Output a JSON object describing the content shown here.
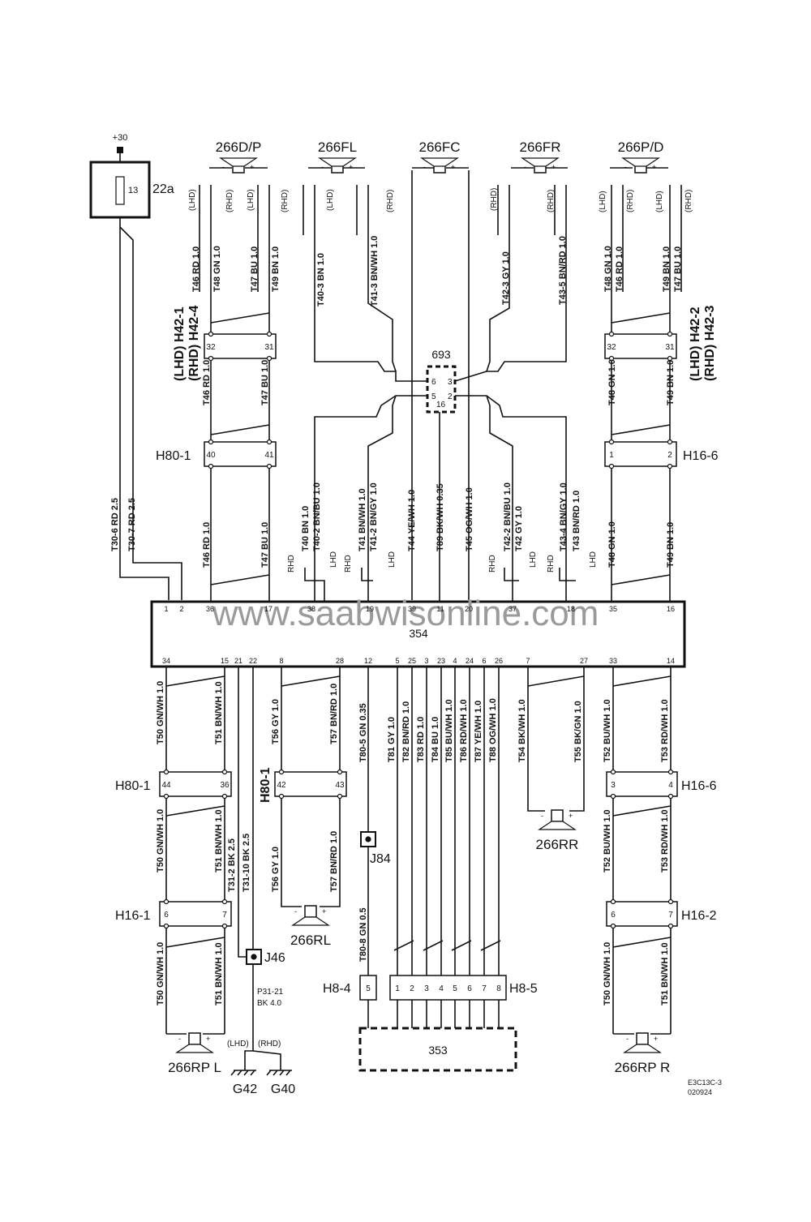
{
  "supply": {
    "label": "+30"
  },
  "fuse": {
    "label": "22a",
    "number": "13"
  },
  "speakers": {
    "dp": "266D/P",
    "fl": "266FL",
    "fc": "266FC",
    "fr": "266FR",
    "pd": "266P/D",
    "rr": "266RR",
    "rl": "266RL",
    "rpl": "266RP L",
    "rpr": "266RP R"
  },
  "units": {
    "u693": "693",
    "u354": "354",
    "u353": "353"
  },
  "watermark": "www.saabwisonline.com",
  "connectors": {
    "h42_1": "(LHD) H42-1",
    "h42_4": "(RHD) H42-4",
    "h42_2": "(LHD) H42-2",
    "h42_3": "(RHD) H42-3",
    "h80_1_top": "H80-1",
    "h16_6_top": "H16-6",
    "h80_1_left": "H80-1",
    "h80_1_mid": "H80-1",
    "h16_6_right": "H16-6",
    "h16_1": "H16-1",
    "h16_2": "H16-2",
    "j84": "J84",
    "j46": "J46",
    "h8_4": "H8-4",
    "h8_5": "H8-5",
    "g42": "G42",
    "g40": "G40"
  },
  "box_pins": {
    "h42_1": [
      "32",
      "31"
    ],
    "h42_2": [
      "32",
      "31"
    ],
    "h80_1_top": [
      "40",
      "41"
    ],
    "h16_6_top": [
      "1",
      "2"
    ],
    "h80_1_left": [
      "44",
      "36"
    ],
    "h80_1_mid": [
      "42",
      "43"
    ],
    "h16_6_right": [
      "3",
      "4"
    ],
    "h16_1": [
      "6",
      "7"
    ],
    "h16_2": [
      "6",
      "7"
    ],
    "h8_4": [
      "5"
    ],
    "h8_5": [
      "1",
      "2",
      "3",
      "4",
      "5",
      "6",
      "7",
      "8"
    ],
    "u693": [
      "6",
      "3",
      "5",
      "2",
      "16"
    ]
  },
  "pins_354_top": [
    "1",
    "2",
    "36",
    "17",
    "38",
    "19",
    "39",
    "11",
    "20",
    "37",
    "18",
    "35",
    "16"
  ],
  "pins_354_bottom": [
    "34",
    "15",
    "21",
    "22",
    "8",
    "28",
    "12",
    "5",
    "25",
    "3",
    "23",
    "4",
    "24",
    "6",
    "26",
    "7",
    "27",
    "33",
    "14"
  ],
  "drive_labels": {
    "lhd": "(LHD)",
    "rhd": "(RHD)",
    "lhd_plain": "LHD",
    "rhd_plain": "RHD"
  },
  "wire_labels": {
    "t46_rd": "T46  RD  1.0",
    "t48_gn": "T48  GN  1.0",
    "t47_bu": "T47  BU  1.0",
    "t49_bn": "T49  BN  1.0",
    "t40_3": "T40-3  BN  1.0",
    "t41_3": "T41-3  BN/WH  1.0",
    "t42_3": "T42-3  GY  1.0",
    "t43_5": "T43-5  BN/RD  1.0",
    "t30_6": "T30-6  RD  2.5",
    "t30_7": "T30-7  RD  2.5",
    "t40": "T40  BN  1.0",
    "t40_2": "T40-2  BN/BU  1.0",
    "t41": "T41  BN/WH  1.0",
    "t41_2": "T41-2  BN/GY  1.0",
    "t44": "T44  YE/WH  1.0",
    "t89": "T89  BK/WH  0.35",
    "t45": "T45  OG/WH  1.0",
    "t42_2": "T42-2  BN/BU  1.0",
    "t42": "T42  GY  1.0",
    "t43_4": "T43-4  BN/GY  1.0",
    "t43": "T43  BN/RD  1.0",
    "t50": "T50  GN/WH  1.0",
    "t51": "T51  BN/WH  1.0",
    "t56": "T56  GY  1.0",
    "t57": "T57  BN/RD  1.0",
    "t80_5": "T80-5  GN  0.35",
    "t81": "T81  GY  1.0",
    "t82": "T82  BN/RD  1.0",
    "t83": "T83  RD  1.0",
    "t84": "T84  BU  1.0",
    "t85": "T85  BU/WH  1.0",
    "t86": "T86  RD/WH  1.0",
    "t87": "T87  YE/WH  1.0",
    "t88": "T88  OG/WH  1.0",
    "t54": "T54  BK/WH  1.0",
    "t55": "T55  BK/GN  1.0",
    "t52": "T52  BU/WH  1.0",
    "t53": "T53  RD/WH  1.0",
    "t31_2": "T31-2  BK  2.5",
    "t31_10": "T31-10  BK  2.5",
    "t80_8": "T80-8  GN  0.5",
    "p31_21": "P31-21",
    "p31_21_spec": "BK  4.0"
  },
  "footer": {
    "code": "E3C13C-3",
    "date": "020924"
  }
}
